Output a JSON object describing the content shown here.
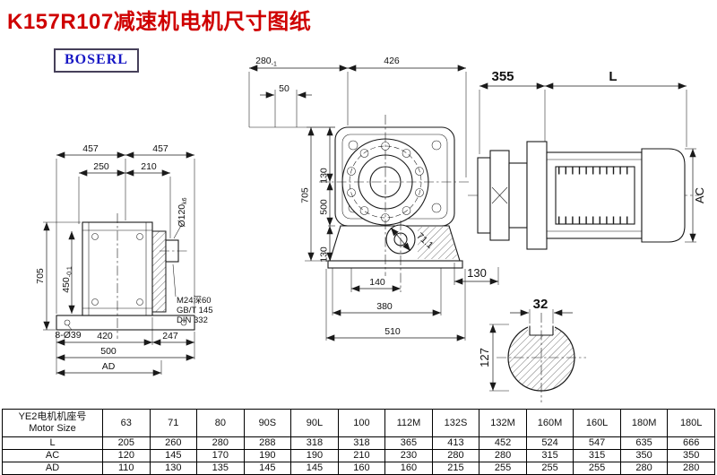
{
  "title": "K157R107减速机电机尺寸图纸",
  "brand": "BOSERL",
  "views": {
    "side": {
      "w_left": "457",
      "w_right": "457",
      "w_inner_left": "250",
      "w_inner_right": "210",
      "height_total": "705",
      "height_inner": "450",
      "height_inner_tol": "-0.1",
      "shaft_dia": "Ø120",
      "shaft_fit": "k6",
      "base_holes": "8-Ø39",
      "base_left": "420",
      "base_right": "247",
      "base_width": "500",
      "base_ad": "AD",
      "tap_note_1": "M24深60",
      "tap_note_2": "GB/T 145",
      "tap_note_3": "DIN 332"
    },
    "front": {
      "top_left": "280",
      "top_left_tol": "-1",
      "top_right": "426",
      "top_small": "50",
      "height_total": "705",
      "height_top": "130",
      "height_mid": "500",
      "height_bottom": "130",
      "bottom_small": "140",
      "bottom_mid": "380",
      "bottom_full": "510",
      "corner_chamfer": "71.1",
      "side_offset": "130"
    },
    "motor": {
      "adapter_len": "355",
      "motor_len": "L",
      "motor_dia": "AC"
    },
    "shaft_end": {
      "key_width": "32",
      "shaft_dia": "127"
    }
  },
  "table": {
    "header_cn": "YE2电机机座号",
    "header_en": "Motor Size",
    "sizes": [
      "63",
      "71",
      "80",
      "90S",
      "90L",
      "100",
      "112M",
      "132S",
      "132M",
      "160M",
      "160L",
      "180M",
      "180L"
    ],
    "rows": [
      {
        "label": "L",
        "values": [
          "205",
          "260",
          "280",
          "288",
          "318",
          "318",
          "365",
          "413",
          "452",
          "524",
          "547",
          "635",
          "666"
        ]
      },
      {
        "label": "AC",
        "values": [
          "120",
          "145",
          "170",
          "190",
          "190",
          "210",
          "230",
          "280",
          "280",
          "315",
          "315",
          "350",
          "350"
        ]
      },
      {
        "label": "AD",
        "values": [
          "110",
          "130",
          "135",
          "145",
          "145",
          "160",
          "160",
          "215",
          "255",
          "255",
          "255",
          "280",
          "280"
        ]
      }
    ]
  }
}
